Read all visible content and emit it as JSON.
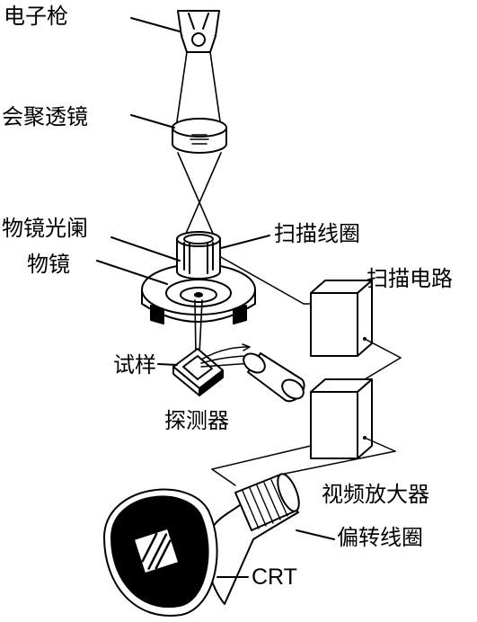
{
  "labels": {
    "electron_gun": "电子枪",
    "condenser_lens": "会聚透镜",
    "objective_aperture": "物镜光阑",
    "objective_lens": "物镜",
    "scan_coil": "扫描线圈",
    "scan_circuit": "扫描电路",
    "specimen": "试样",
    "detector": "探测器",
    "video_amplifier": "视频放大器",
    "deflection_coil": "偏转线圈",
    "crt": "CRT"
  }
}
